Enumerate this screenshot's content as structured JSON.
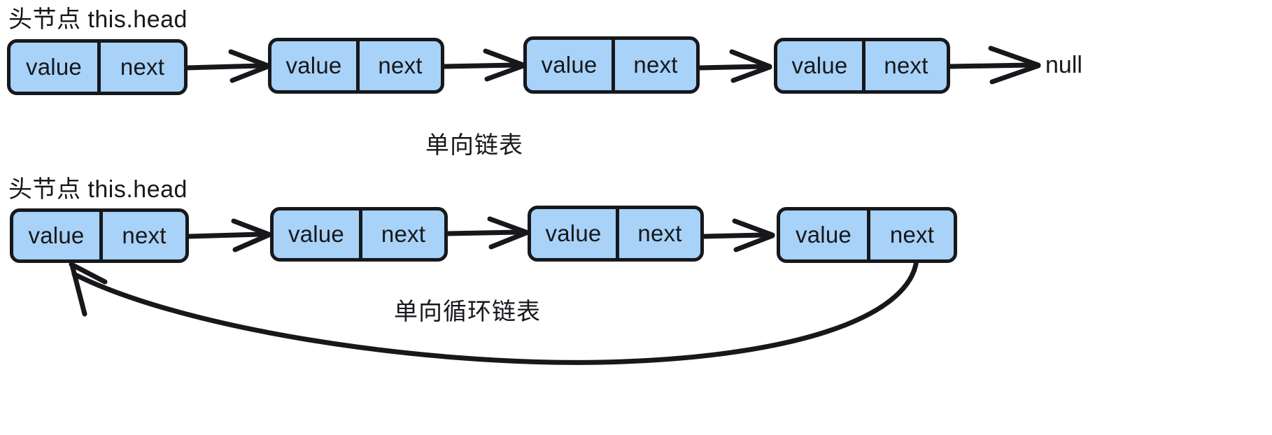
{
  "diagram": {
    "title_semantics": "singly-linked-list-and-circular-linked-list",
    "node_cells": {
      "value_label": "value",
      "next_label": "next"
    },
    "colors": {
      "node_fill": "#a8d2f7",
      "stroke": "#16181c",
      "text": "#16181c",
      "background": "#ffffff"
    },
    "sections": [
      {
        "id": "singly-linked-list",
        "head_label": "头节点 this.head",
        "caption": "单向链表",
        "terminator_label": "null",
        "nodes": [
          {
            "value": "value",
            "next": "next"
          },
          {
            "value": "value",
            "next": "next"
          },
          {
            "value": "value",
            "next": "next"
          },
          {
            "value": "value",
            "next": "next"
          }
        ]
      },
      {
        "id": "circular-linked-list",
        "head_label": "头节点 this.head",
        "caption": "单向循环链表",
        "terminator_label": "",
        "nodes": [
          {
            "value": "value",
            "next": "next"
          },
          {
            "value": "value",
            "next": "next"
          },
          {
            "value": "value",
            "next": "next"
          },
          {
            "value": "value",
            "next": "next"
          }
        ]
      }
    ]
  }
}
